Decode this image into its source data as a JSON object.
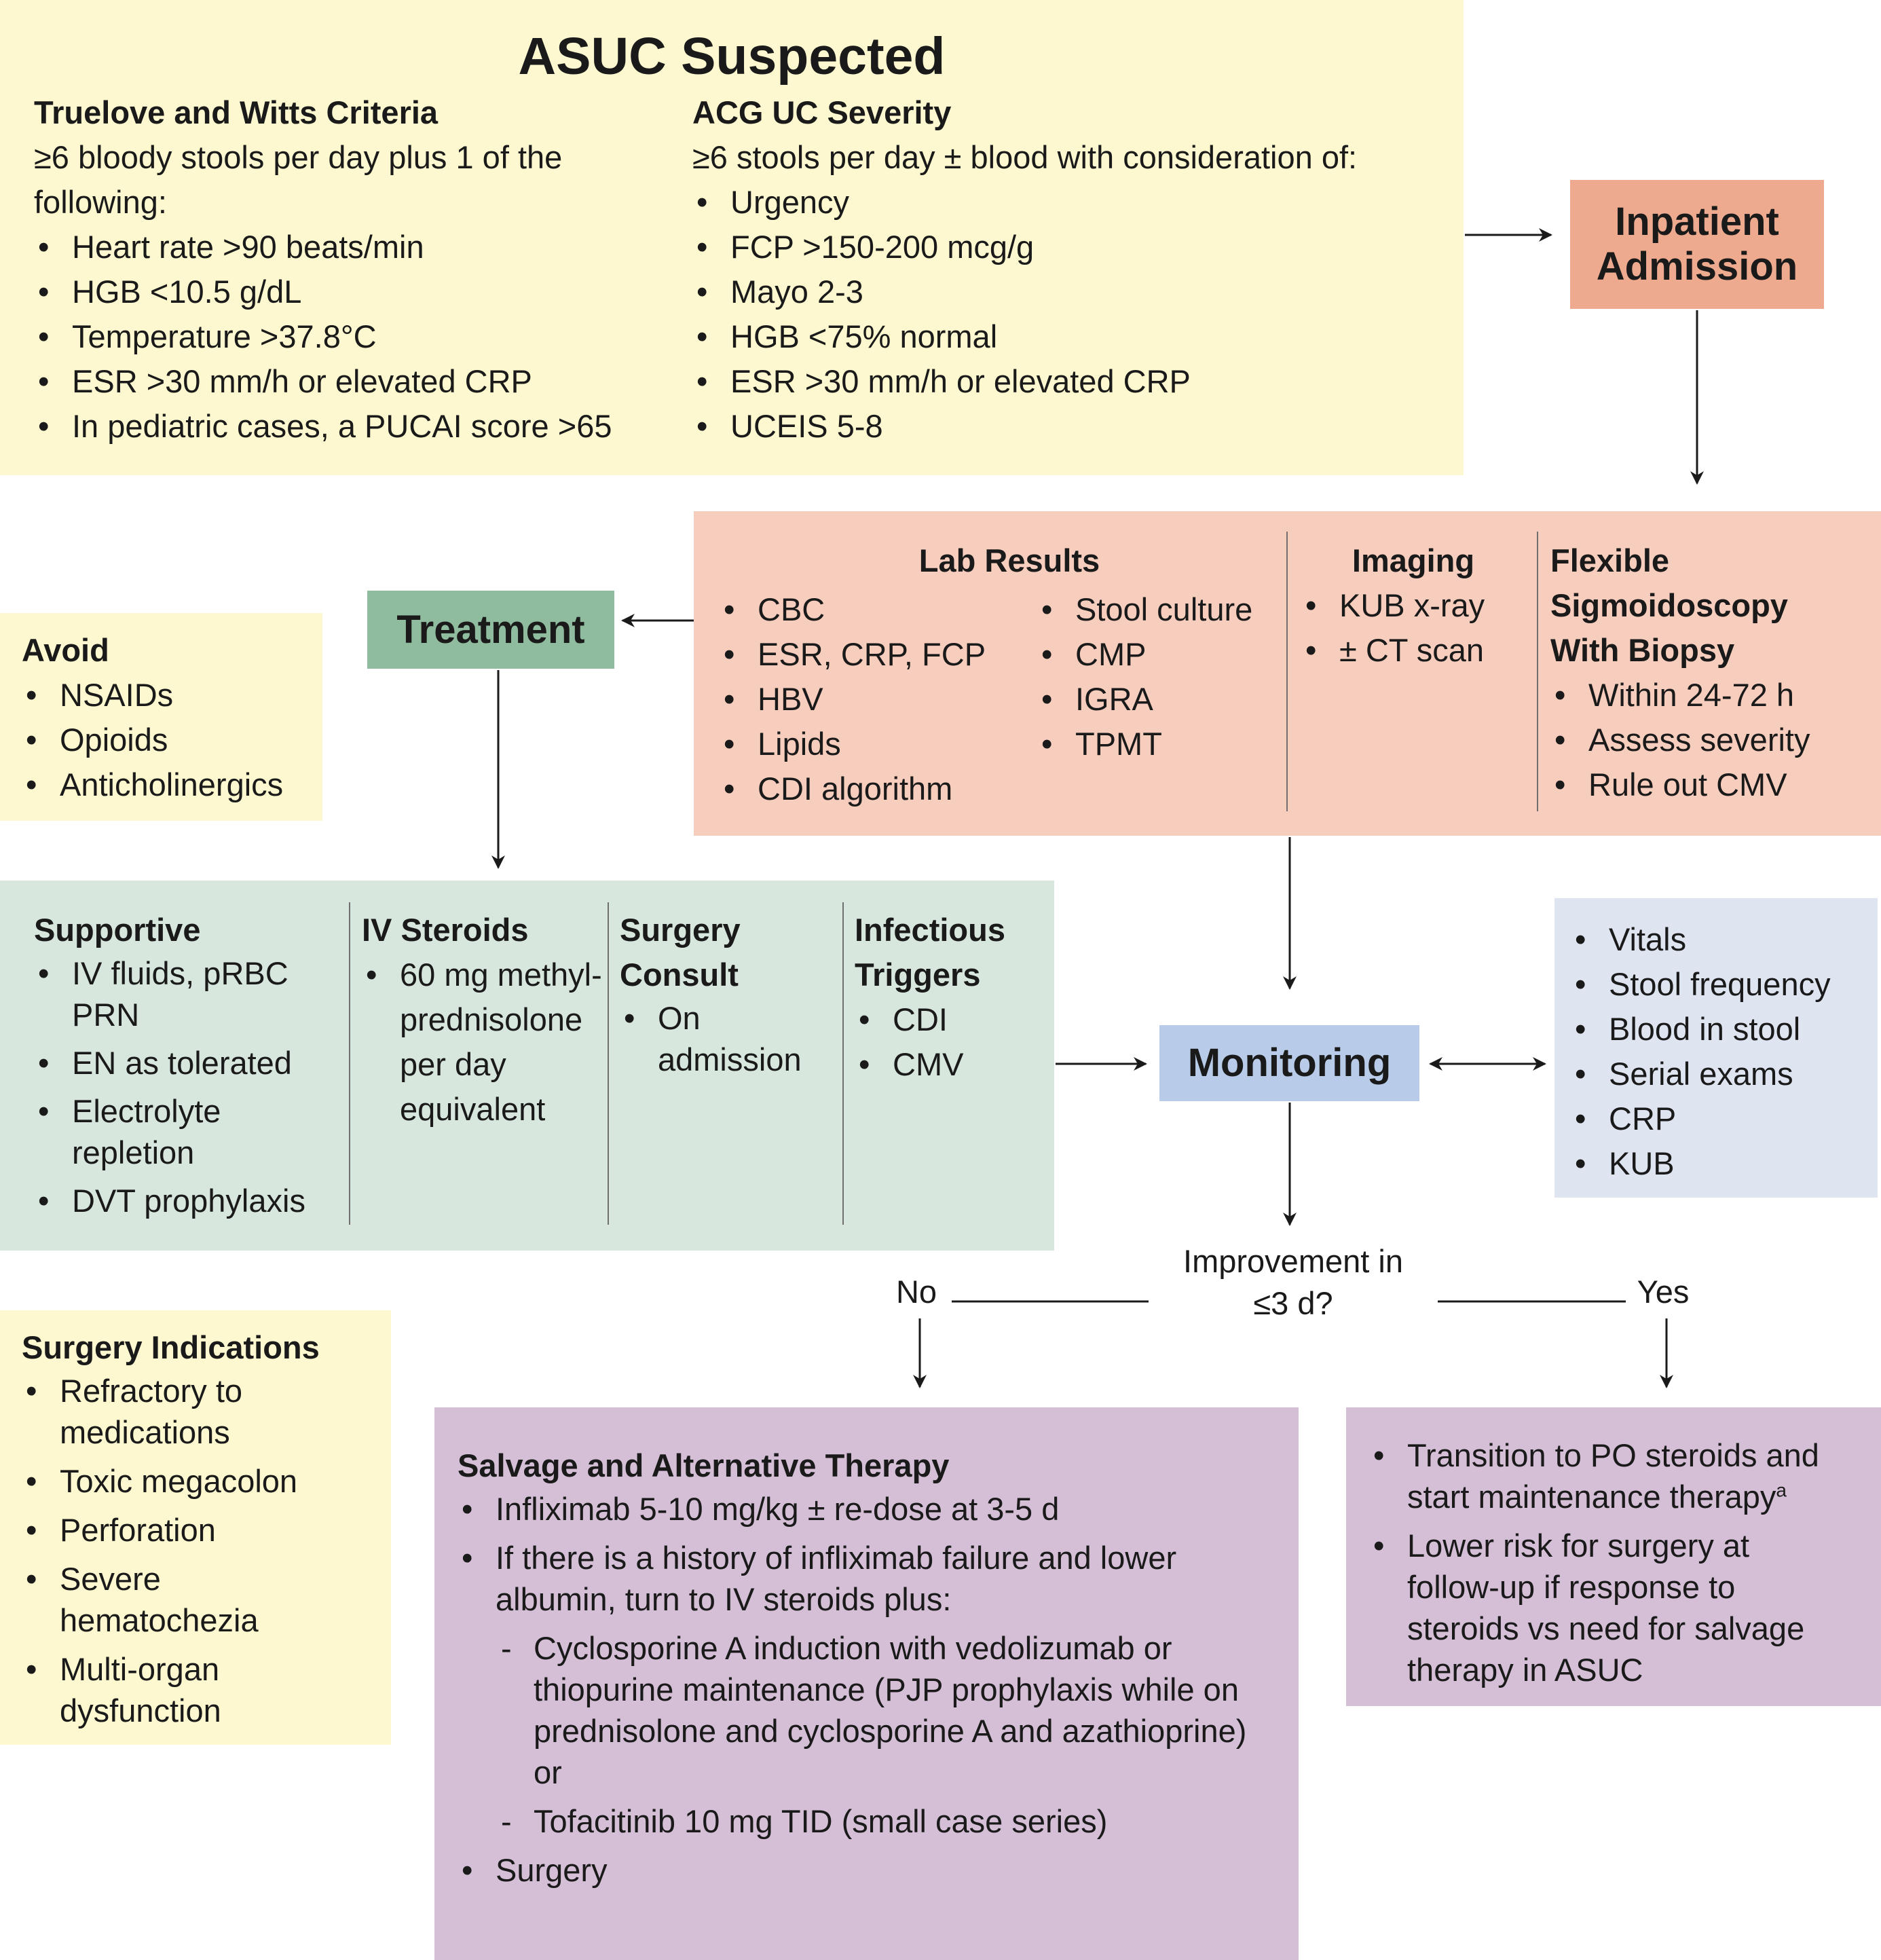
{
  "asuc": {
    "title": "ASUC Suspected",
    "truelove": {
      "heading": "Truelove and Witts Criteria",
      "intro": "≥6 bloody stools per day plus 1 of the following:",
      "items": [
        "Heart rate >90 beats/min",
        "HGB <10.5 g/dL",
        "Temperature >37.8°C",
        "ESR >30 mm/h or elevated CRP",
        "In pediatric cases, a PUCAI score >65"
      ]
    },
    "acg": {
      "heading": "ACG UC Severity",
      "intro": "≥6 stools per day ± blood with consideration of:",
      "items": [
        "Urgency",
        "FCP >150-200 mcg/g",
        "Mayo 2-3",
        "HGB <75% normal",
        "ESR >30 mm/h or elevated CRP",
        "UCEIS 5-8"
      ]
    }
  },
  "inpatient": {
    "label": "Inpatient Admission"
  },
  "workup": {
    "lab": {
      "heading": "Lab Results",
      "col1": [
        "CBC",
        "ESR, CRP, FCP",
        "HBV",
        "Lipids",
        "CDI algorithm"
      ],
      "col2": [
        "Stool culture",
        "CMP",
        "IGRA",
        "TPMT"
      ]
    },
    "imaging": {
      "heading": "Imaging",
      "items": [
        "KUB x-ray",
        "± CT scan"
      ]
    },
    "sigmoid": {
      "heading": "Flexible Sigmoidoscopy With Biopsy",
      "items": [
        "Within 24-72 h",
        "Assess severity",
        "Rule out CMV"
      ]
    }
  },
  "treatment": {
    "label": "Treatment"
  },
  "avoid": {
    "heading": "Avoid",
    "items": [
      "NSAIDs",
      "Opioids",
      "Anticholinergics"
    ]
  },
  "care": {
    "supportive": {
      "heading": "Supportive",
      "items": [
        "IV fluids, pRBC PRN",
        "EN as tolerated",
        "Electrolyte repletion",
        "DVT prophylaxis"
      ]
    },
    "steroids": {
      "heading": "IV Steroids",
      "items": [
        "60 mg methyl-prednisolone per day equivalent"
      ]
    },
    "surgery_consult": {
      "heading": "Surgery Consult",
      "items": [
        "On admission"
      ]
    },
    "infectious": {
      "heading": "Infectious Triggers",
      "items": [
        "CDI",
        "CMV"
      ]
    }
  },
  "monitoring": {
    "label": "Monitoring",
    "items": [
      "Vitals",
      "Stool frequency",
      "Blood in stool",
      "Serial exams",
      "CRP",
      "KUB"
    ]
  },
  "decision": {
    "question": "Improvement in ≤3 d?",
    "no": "No",
    "yes": "Yes"
  },
  "surgery_ind": {
    "heading": "Surgery Indications",
    "items": [
      "Refractory to medications",
      "Toxic megacolon",
      "Perforation",
      "Severe hematochezia",
      "Multi-organ dysfunction"
    ]
  },
  "salvage": {
    "heading": "Salvage and Alternative Therapy",
    "item1": "Infliximab 5-10 mg/kg ± re-dose at 3-5 d",
    "item2": "If there is a history of infliximab failure and lower albumin, turn to IV steroids plus:",
    "sub1": "Cyclosporine A induction with vedolizumab or thiopurine maintenance (PJP prophylaxis while on prednisolone and cyclosporine A and azathioprine)",
    "or": "or",
    "sub2": "Tofacitinib 10 mg TID (small case series)",
    "item3": "Surgery"
  },
  "yes_box": {
    "item1": "Transition to PO steroids and start maintenance therapy",
    "item1_sup": "a",
    "item2": "Lower risk for surgery at follow-up if response to steroids vs need for salvage therapy in ASUC"
  },
  "colors": {
    "yellow": "#fdf8cf",
    "salmon": "#f7cdbd",
    "inpatient": "#eeaa8f",
    "treatment": "#8fbc9f",
    "green": "#d8e7dd",
    "monitoring": "#b8cbe8",
    "blue": "#dfe4f1",
    "purple": "#d4bfd6"
  }
}
